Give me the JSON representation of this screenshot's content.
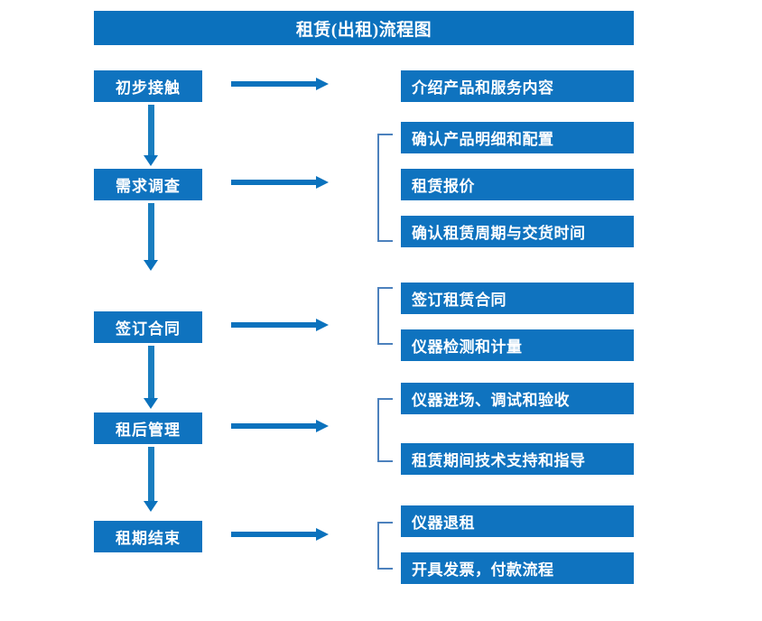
{
  "chart_data": {
    "type": "diagram",
    "title": "租赁(出租)流程图",
    "diagram_kind": "flowchart",
    "stages": [
      {
        "label": "初步接触",
        "details": [
          "介绍产品和服务内容"
        ],
        "bracketed": false
      },
      {
        "label": "需求调查",
        "details": [
          "确认产品明细和配置",
          "租赁报价",
          "确认租赁周期与交货时间"
        ],
        "bracketed": true
      },
      {
        "label": "签订合同",
        "details": [
          "签订租赁合同",
          "仪器检测和计量"
        ],
        "bracketed": true
      },
      {
        "label": "租后管理",
        "details": [
          "仪器进场、调试和验收",
          "租赁期间技术支持和指导"
        ],
        "bracketed": true
      },
      {
        "label": "租期结束",
        "details": [
          "仪器退租",
          "开具发票，付款流程"
        ],
        "bracketed": true
      }
    ]
  },
  "header": {
    "title": "租赁(出租)流程图"
  },
  "colors": {
    "title_bar": "#0b71bd",
    "box_fill": "#0f73bf",
    "box_text": "#ffffff",
    "arrow": "#0b72bd",
    "bracket": "#4c81bd",
    "background": "#ffffff"
  },
  "stages": [
    {
      "label": "初步接触"
    },
    {
      "label": "需求调查"
    },
    {
      "label": "签订合同"
    },
    {
      "label": "租后管理"
    },
    {
      "label": "租期结束"
    }
  ],
  "details": {
    "g1": [
      {
        "label": "介绍产品和服务内容"
      }
    ],
    "g2": [
      {
        "label": "确认产品明细和配置"
      },
      {
        "label": "租赁报价"
      },
      {
        "label": "确认租赁周期与交货时间"
      }
    ],
    "g3": [
      {
        "label": "签订租赁合同"
      },
      {
        "label": "仪器检测和计量"
      }
    ],
    "g4": [
      {
        "label": "仪器进场、调试和验收"
      },
      {
        "label": "租赁期间技术支持和指导"
      }
    ],
    "g5": [
      {
        "label": "仪器退租"
      },
      {
        "label": "开具发票，付款流程"
      }
    ]
  }
}
